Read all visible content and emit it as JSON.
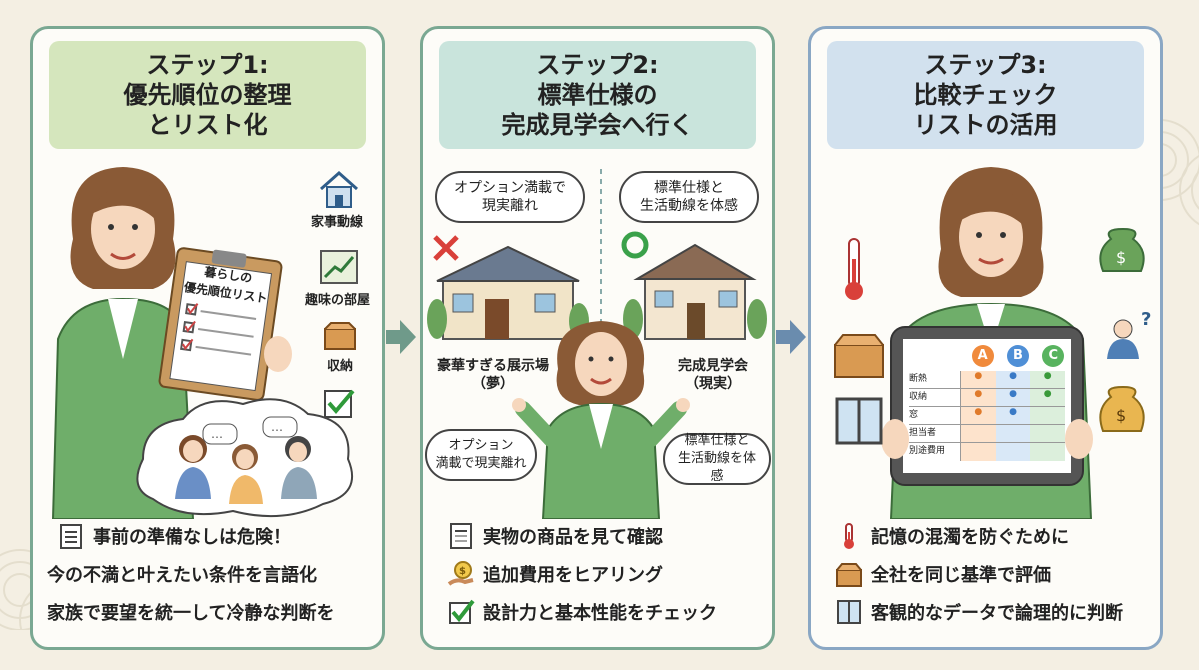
{
  "steps": [
    {
      "step": "ステップ1:",
      "title_lines": [
        "優先順位の整理",
        "とリスト化"
      ],
      "clipboard_title": [
        "暮らしの",
        "優先順位リスト"
      ],
      "side_icons": [
        {
          "label": "家事動線",
          "icon": "house-icon"
        },
        {
          "label": "趣味の部屋",
          "icon": "hobby-chart-icon"
        },
        {
          "label": "収納",
          "icon": "storage-box-icon"
        },
        {
          "label": "",
          "icon": "checkbox-icon"
        }
      ],
      "bullets": [
        {
          "icon": "checklist-icon",
          "text": "事前の準備なしは危険！"
        },
        {
          "icon": "",
          "text": "今の不満と叶えたい条件を言語化"
        },
        {
          "icon": "",
          "text": "家族で要望を統一して冷静な判断を"
        }
      ]
    },
    {
      "step": "ステップ2:",
      "title_lines": [
        "標準仕様の",
        "完成見学会へ行く"
      ],
      "bubbles": {
        "top_left": [
          "オプション満載で",
          "現実離れ"
        ],
        "top_right": [
          "標準仕様と",
          "生活動線を体感"
        ],
        "bottom_left": [
          "オプション",
          "満載で現実離れ"
        ],
        "bottom_right": [
          "標準仕様と",
          "生活動線を体感"
        ]
      },
      "labels": {
        "left": [
          "豪華すぎる展示場",
          "（夢）"
        ],
        "right": [
          "完成見学会",
          "（現実）"
        ]
      },
      "bullets": [
        {
          "icon": "spec-document-icon",
          "text": "実物の商品を見て確認"
        },
        {
          "icon": "coin-hand-icon",
          "text": "追加費用をヒアリング"
        },
        {
          "icon": "checkbox-icon",
          "text": "設計力と基本性能をチェック"
        }
      ]
    },
    {
      "step": "ステップ3:",
      "title_lines": [
        "比較チェック",
        "リストの活用"
      ],
      "table": {
        "columns": [
          "A",
          "B",
          "C"
        ],
        "rows": [
          "断熱",
          "収納",
          "窓",
          "担当者",
          "別途費用"
        ]
      },
      "bullets": [
        {
          "icon": "thermometer-icon",
          "text": "記憶の混濁を防ぐために"
        },
        {
          "icon": "storage-box-icon",
          "text": "全社を同じ基準で評価"
        },
        {
          "icon": "window-icon",
          "text": "客観的なデータで論理的に判断"
        }
      ]
    }
  ],
  "colors": {
    "panel_green": "#7aa892",
    "panel_blue": "#8aa7c4",
    "jacket": "#6fae6a",
    "arrow": "#6f9a8a",
    "circle_a": "#f08a3c",
    "circle_b": "#4f8fd6",
    "circle_c": "#58b35f"
  }
}
